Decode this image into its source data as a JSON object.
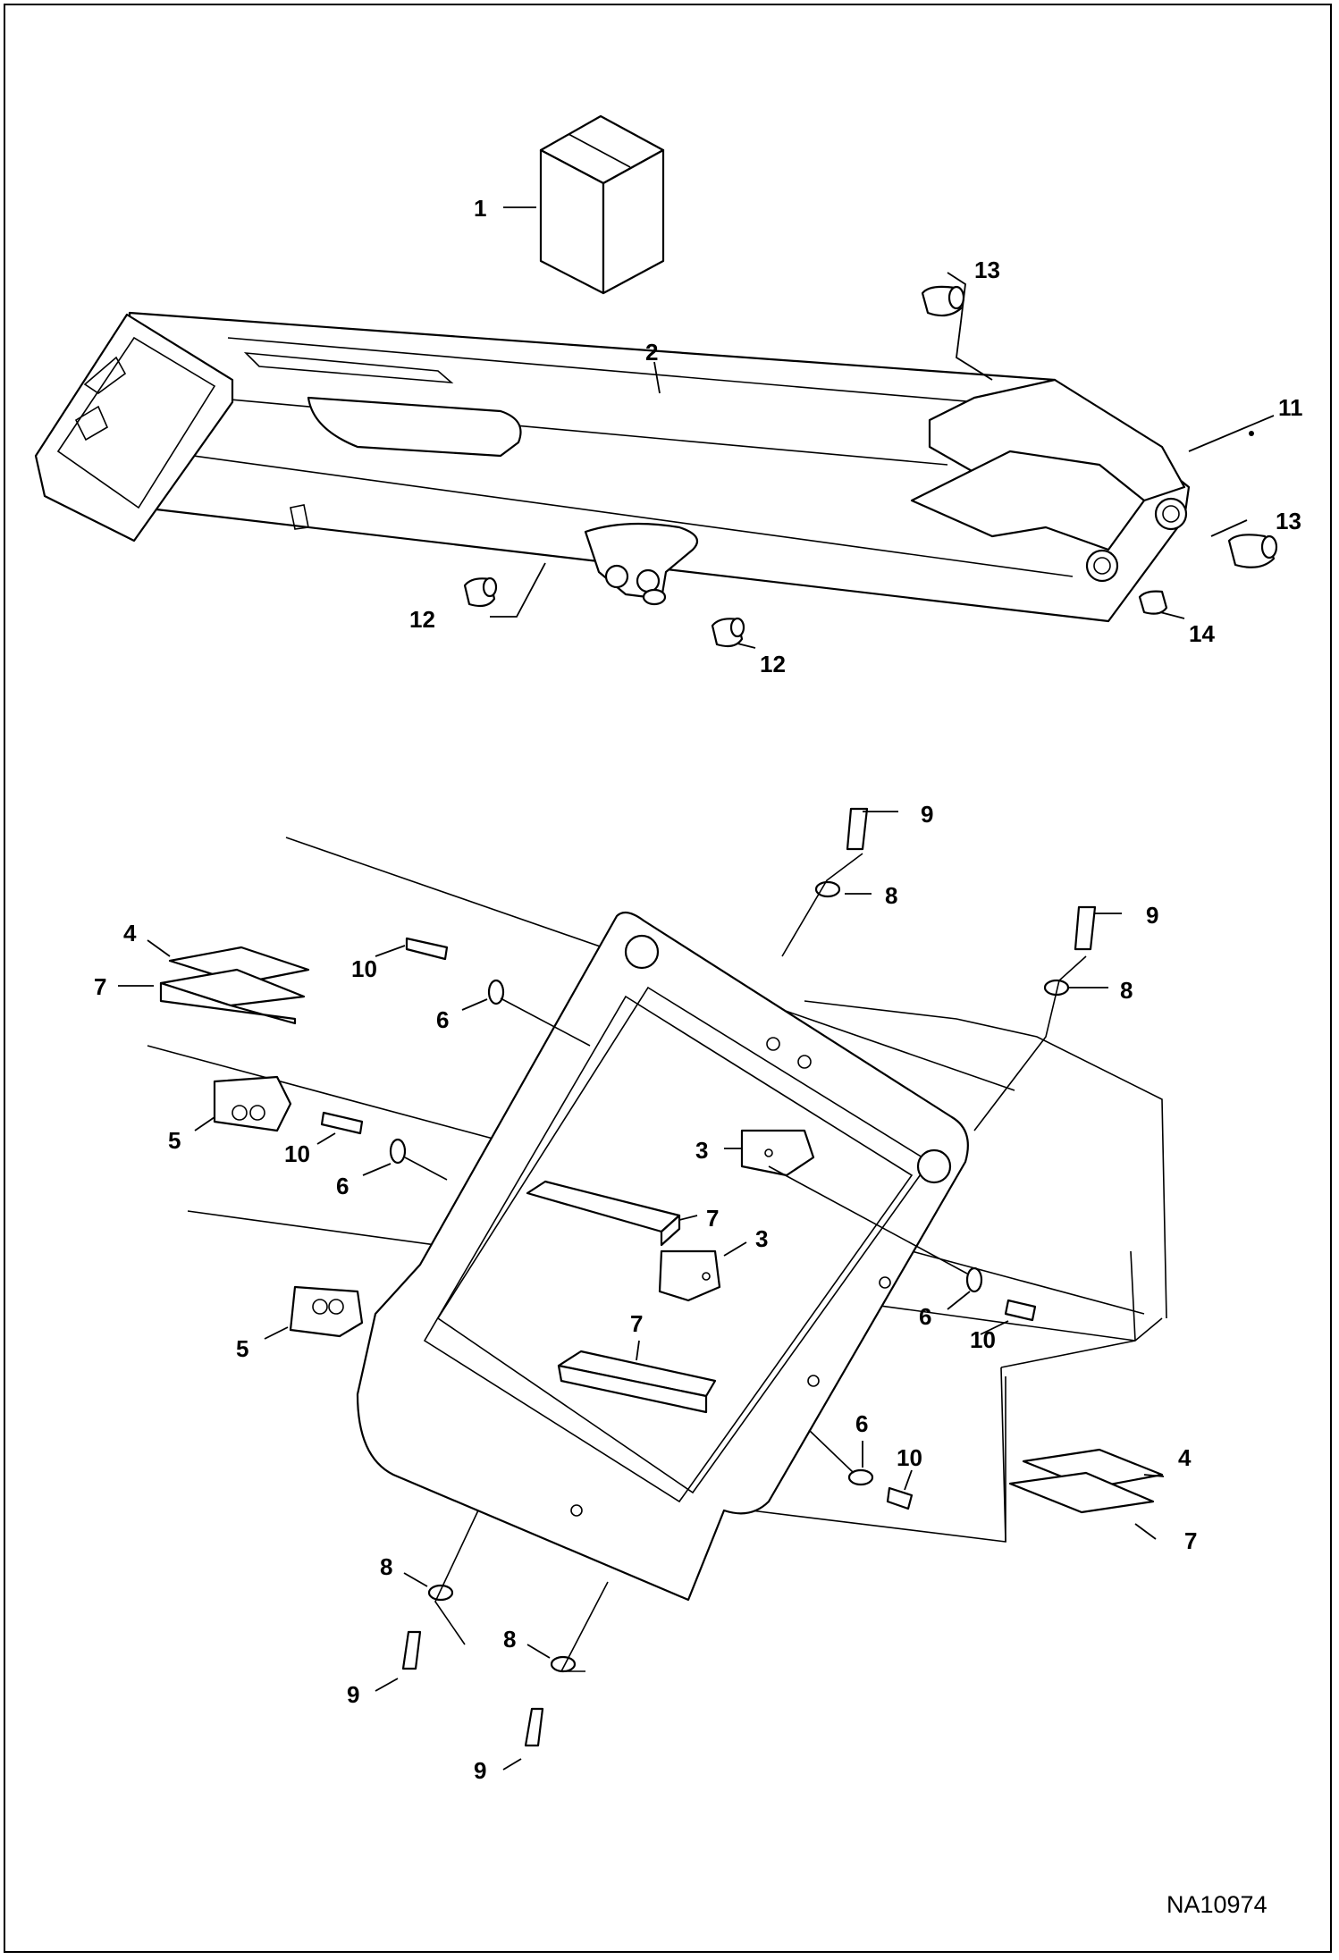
{
  "drawing_id": "NA10974",
  "callouts": [
    {
      "label": "1"
    },
    {
      "label": "2"
    },
    {
      "label": "13"
    },
    {
      "label": "11"
    },
    {
      "label": "13"
    },
    {
      "label": "12"
    },
    {
      "label": "12"
    },
    {
      "label": "14"
    },
    {
      "label": "9"
    },
    {
      "label": "8"
    },
    {
      "label": "9"
    },
    {
      "label": "8"
    },
    {
      "label": "4"
    },
    {
      "label": "7"
    },
    {
      "label": "10"
    },
    {
      "label": "6"
    },
    {
      "label": "5"
    },
    {
      "label": "10"
    },
    {
      "label": "6"
    },
    {
      "label": "3"
    },
    {
      "label": "7"
    },
    {
      "label": "3"
    },
    {
      "label": "5"
    },
    {
      "label": "7"
    },
    {
      "label": "6"
    },
    {
      "label": "10"
    },
    {
      "label": "6"
    },
    {
      "label": "10"
    },
    {
      "label": "4"
    },
    {
      "label": "7"
    },
    {
      "label": "8"
    },
    {
      "label": "9"
    },
    {
      "label": "8"
    },
    {
      "label": "9"
    }
  ]
}
